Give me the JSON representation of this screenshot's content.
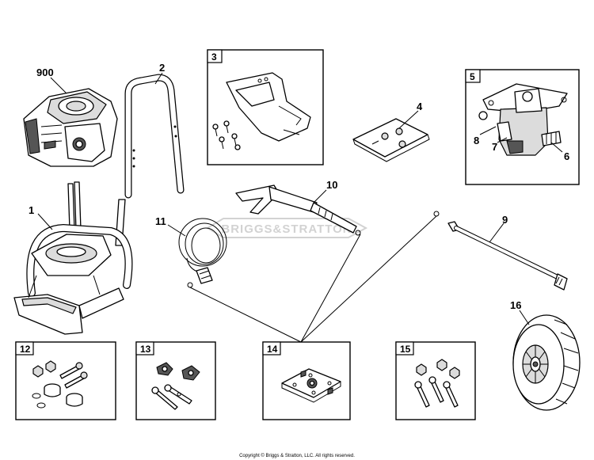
{
  "callouts": {
    "p900": "900",
    "p2": "2",
    "p1": "1",
    "p4": "4",
    "p10": "10",
    "p11": "11",
    "p9": "9",
    "p16": "16",
    "p8": "8",
    "p7": "7",
    "p6": "6"
  },
  "boxes": {
    "b3": "3",
    "b5": "5",
    "b12": "12",
    "b13": "13",
    "b14": "14",
    "b15": "15"
  },
  "watermark": "BRIGGS&STRATTON",
  "copyright": "Copyright © Briggs & Stratton, LLC. All rights reserved."
}
